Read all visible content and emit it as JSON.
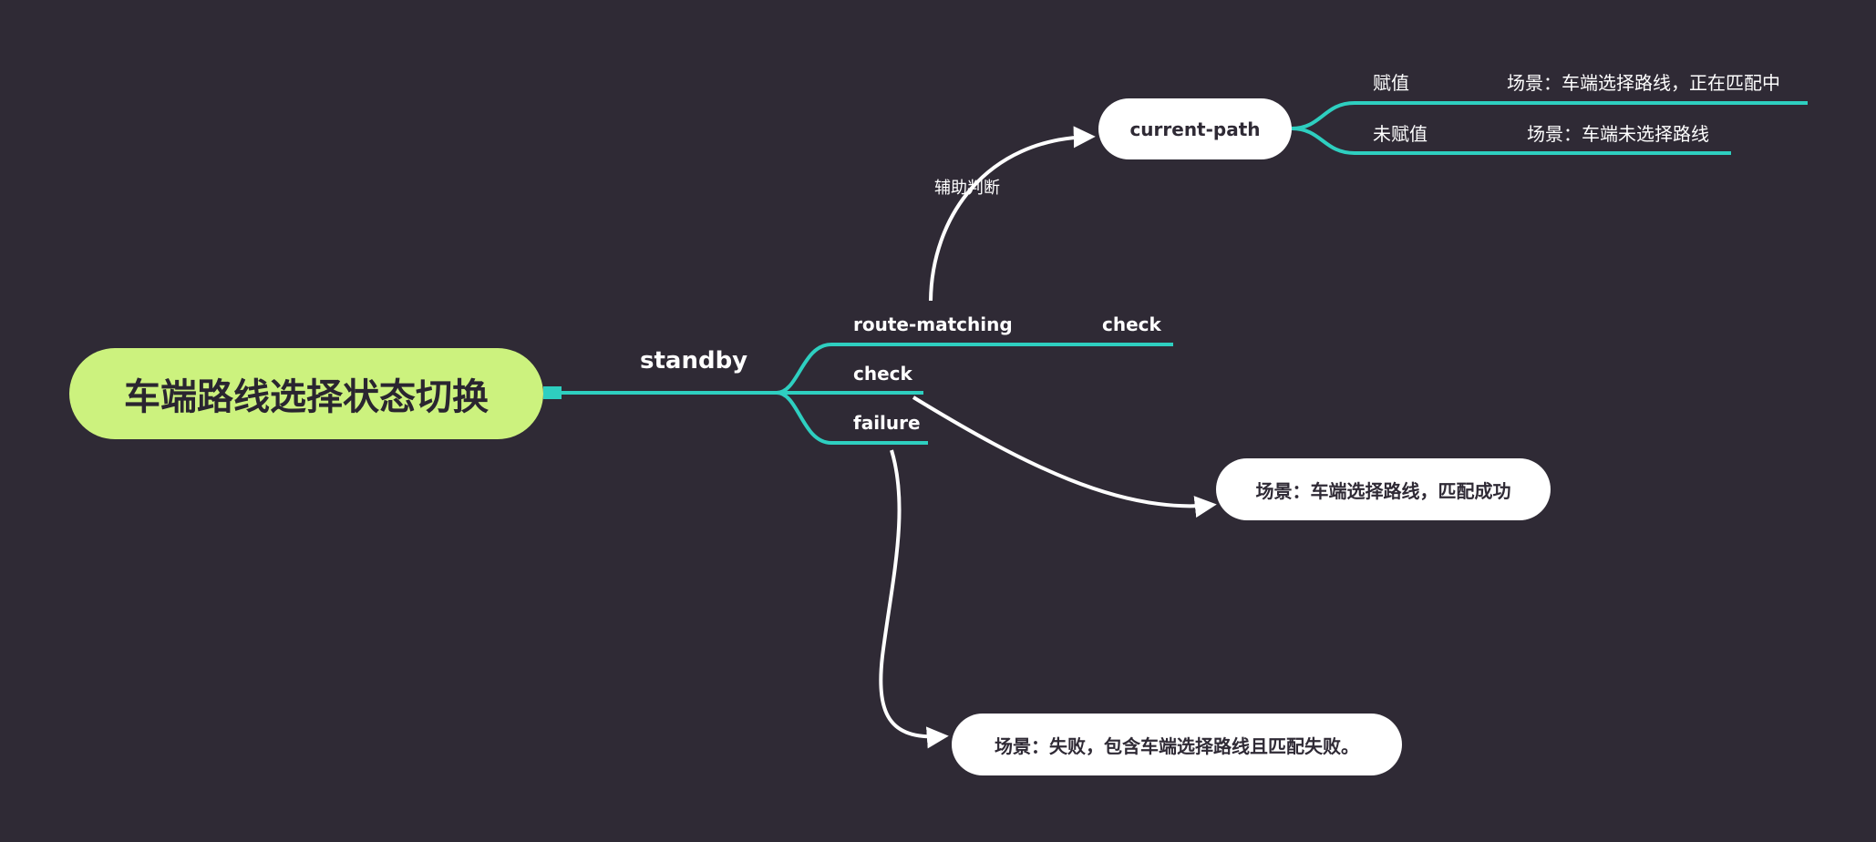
{
  "root": {
    "label": "车端路线选择状态切换"
  },
  "main_branch": {
    "label": "standby"
  },
  "branches": [
    {
      "label": "route-matching",
      "sub_label": "check"
    },
    {
      "label": "check"
    },
    {
      "label": "failure"
    }
  ],
  "nodes": {
    "current_path": {
      "label": "current-path"
    },
    "success_scene": {
      "label": "场景：车端选择路线，匹配成功"
    },
    "failure_scene": {
      "label": "场景：失败，包含车端选择路线且匹配失败。"
    }
  },
  "current_path_children": [
    {
      "label": "赋值",
      "scene": "场景：车端选择路线，正在匹配中"
    },
    {
      "label": "未赋值",
      "scene": "场景：车端未选择路线"
    }
  ],
  "relations": {
    "assist_label": "辅助判断"
  },
  "colors": {
    "background": "#2f2a35",
    "branch_line": "#2ecfc0",
    "root_fill": "#ccf27e",
    "node_fill": "#ffffff",
    "text_light": "#ffffff",
    "text_dark": "#2a2530"
  }
}
